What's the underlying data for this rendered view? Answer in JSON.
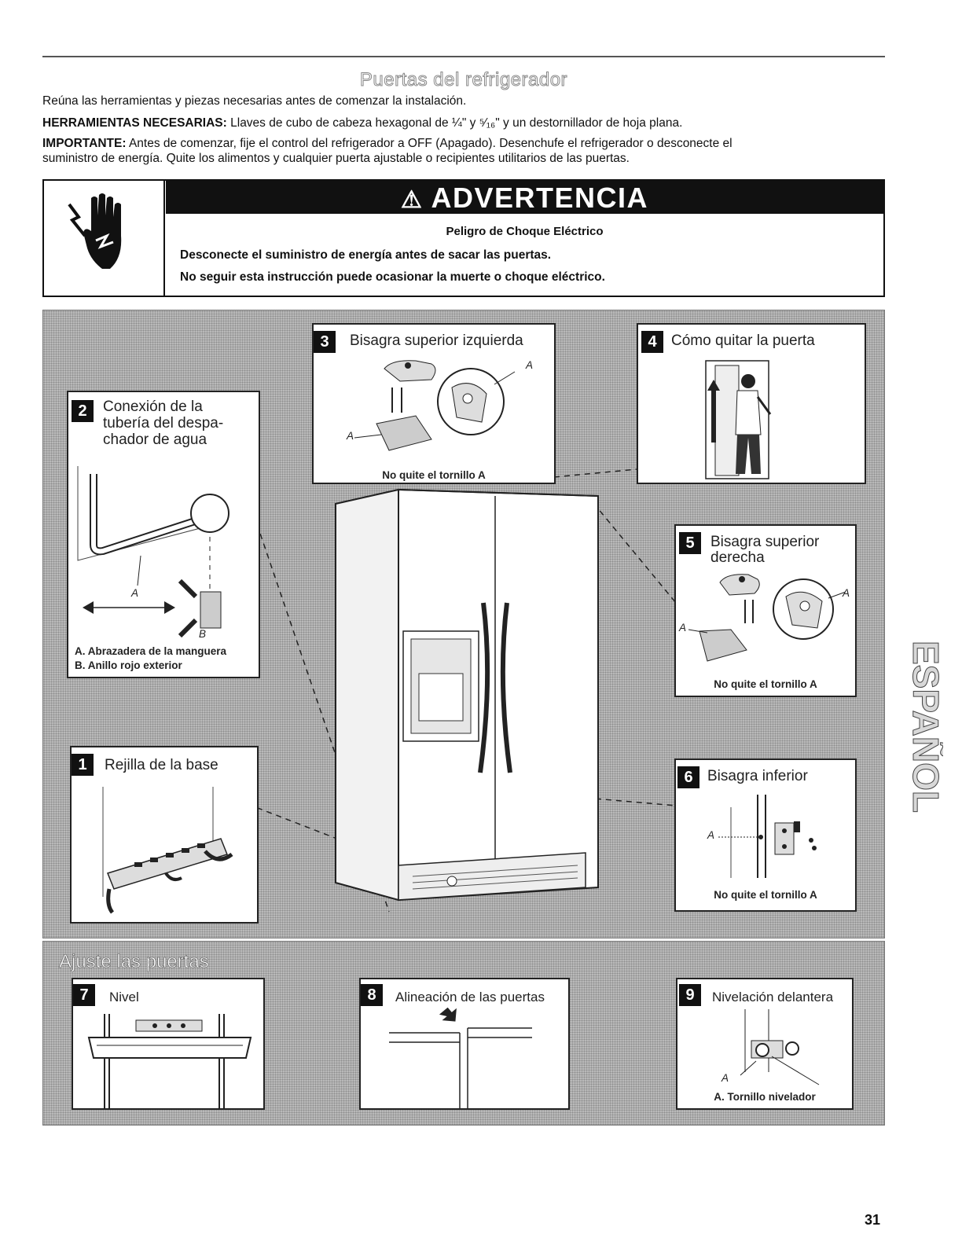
{
  "header": {
    "title": "Puertas del refrigerador",
    "intro": "Reúna las herramientas y piezas necesarias antes de comenzar la instalación.",
    "tools_label": "HERRAMIENTAS NECESARIAS:",
    "tools_text": "Llaves de cubo de cabeza hexagonal de ¼\" y ⁵⁄₁₆\" y un destornillador de hoja plana.",
    "important_label": "IMPORTANTE:",
    "important_text_1": "Antes de comenzar, fije el control del refrigerador a OFF (Apagado). Desenchufe el refrigerador o desconecte el",
    "important_text_2": "suministro de energía. Quite los alimentos y cualquier puerta ajustable o recipientes utilitarios de las puertas."
  },
  "warning": {
    "heading": "ADVERTENCIA",
    "subheading": "Peligro de Choque Eléctrico",
    "line1": "Desconecte el suministro de energía antes de sacar las puertas.",
    "line2": "No seguir esta instrucción puede ocasionar la muerte o choque eléctrico.",
    "icon": "electric-shock-hand-icon"
  },
  "steps": {
    "s1": {
      "num": "1",
      "title": "Rejilla de la base"
    },
    "s2": {
      "num": "2",
      "title_1": "Conexión de la",
      "title_2": "tubería del despa-",
      "title_3": "chador de agua",
      "label_a": "A",
      "label_b": "B",
      "caption_1": "A. Abrazadera de la manguera",
      "caption_2": "B. Anillo rojo exterior"
    },
    "s3": {
      "num": "3",
      "title": "Bisagra superior izquierda",
      "label_a1": "A",
      "label_a2": "A",
      "caption": "No quite el tornillo A"
    },
    "s4": {
      "num": "4",
      "title": "Cómo quitar la puerta"
    },
    "s5": {
      "num": "5",
      "title_1": "Bisagra superior",
      "title_2": "derecha",
      "label_a1": "A",
      "label_a2": "A",
      "caption": "No quite el tornillo A"
    },
    "s6": {
      "num": "6",
      "title": "Bisagra inferior",
      "label_a": "A",
      "caption": "No quite el tornillo A"
    },
    "s7": {
      "num": "7",
      "title": "Nivel"
    },
    "s8": {
      "num": "8",
      "title": "Alineación de las puertas"
    },
    "s9": {
      "num": "9",
      "title": "Nivelación delantera",
      "label_a": "A",
      "caption": "A. Tornillo nivelador"
    }
  },
  "adjust": {
    "title": "Ajuste las puertas"
  },
  "side_tab": "ESPAÑOL",
  "page_number": "31"
}
